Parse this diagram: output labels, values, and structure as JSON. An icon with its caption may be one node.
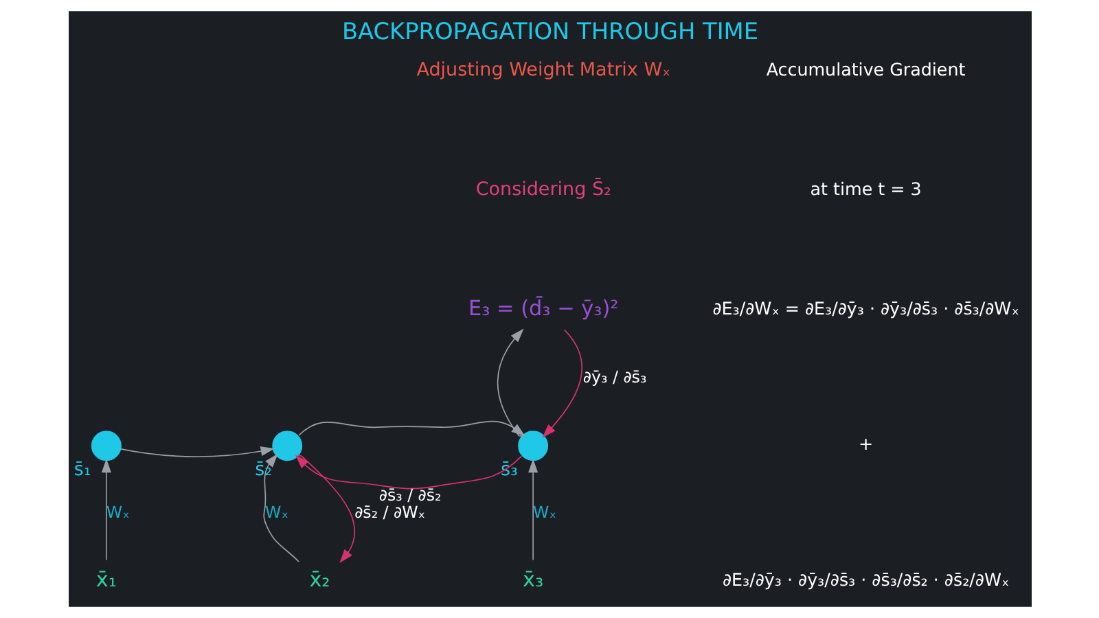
{
  "diagram": {
    "title": "BACKPROPAGATION THROUGH TIME",
    "nodes": [
      {
        "text": [
          "E₃ = (d̄₃ − ȳ₃)²"
        ]
      },
      {
        "text": [],
        "shape": "circle",
        "beside": [
          "s̄₁"
        ]
      },
      {
        "text": [],
        "shape": "circle",
        "beside": [
          "s̄₂"
        ]
      },
      {
        "text": [],
        "shape": "circle",
        "beside": [
          "s̄₃"
        ]
      },
      {
        "text": [
          "x̄₁"
        ]
      },
      {
        "text": [
          "x̄₂"
        ]
      },
      {
        "text": [
          "x̄₃"
        ]
      }
    ],
    "edges": [
      {
        "from": 4,
        "to": 1,
        "arrow": "to",
        "label": "Wₓ"
      },
      {
        "from": 1,
        "to": 2,
        "arrow": "to"
      },
      {
        "from": 2,
        "to": 3,
        "arrow": "to"
      },
      {
        "from": 3,
        "to": 2,
        "arrow": "to",
        "label": "∂s̄₃ / ∂s̄₂",
        "color": "#d6336c"
      },
      {
        "from": 3,
        "to": 0,
        "arrow": "to"
      },
      {
        "from": 0,
        "to": 3,
        "arrow": "to",
        "label": "∂ȳ₃ / ∂s̄₃",
        "color": "#d6336c"
      },
      {
        "from": 5,
        "to": 2,
        "arrow": "to",
        "label": "Wₓ"
      },
      {
        "from": 2,
        "to": 5,
        "arrow": "to",
        "label": "∂s̄₂ / ∂Wₓ",
        "color": "#d6336c"
      },
      {
        "from": 6,
        "to": 3,
        "arrow": "to",
        "label": "Wₓ"
      }
    ],
    "labels": [
      "Adjusting Weight Matrix Wₓ",
      "Considering S̄₂",
      "Accumulative Gradient",
      "at time t = 3",
      "∂E₃/∂Wₓ = ∂E₃/∂ȳ₃ · ∂ȳ₃/∂s̄₃ · ∂s̄₃/∂Wₓ",
      "+",
      "∂E₃/∂ȳ₃ · ∂ȳ₃/∂s̄₃ · ∂s̄₃/∂s̄₂ · ∂s̄₂/∂Wₓ"
    ]
  }
}
